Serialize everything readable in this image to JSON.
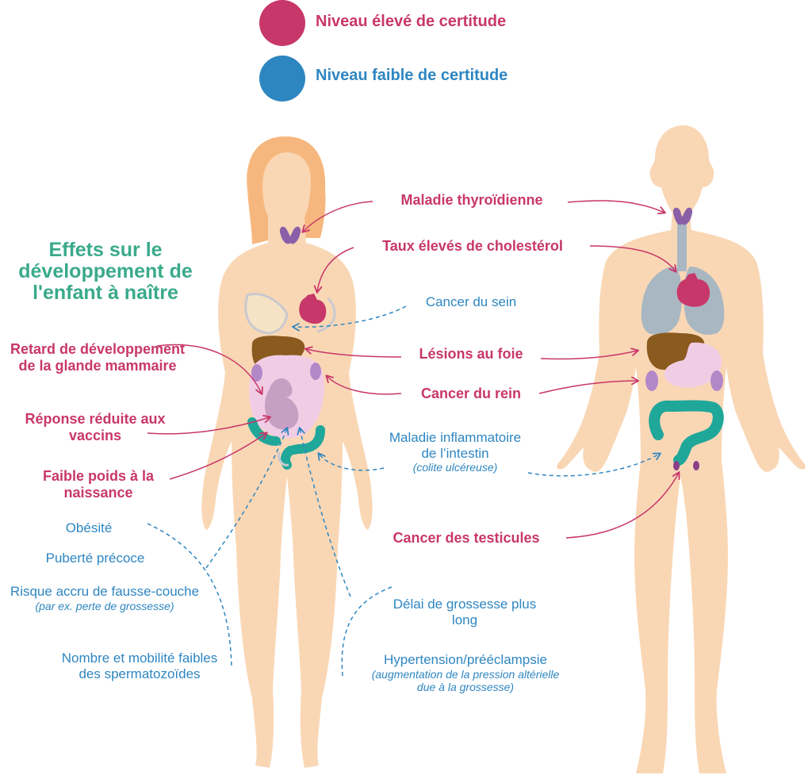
{
  "colors": {
    "high": "#c8376a",
    "low": "#2e86c1",
    "teal": "#3aaa8a",
    "skin": "#f9d7b5",
    "hair": "#f6b77e",
    "thyroid": "#8a5fa8",
    "heart": "#c8376a",
    "liver": "#8a5a1e",
    "kidney": "#b388c9",
    "intestine": "#1fa79a",
    "lungs": "#a8b7c2",
    "stomach": "#f1cde5"
  },
  "legend": {
    "high_label": "Niveau élevé de certitude",
    "low_label": "Niveau faible de certitude"
  },
  "section_title": "Effets sur le développement de l'enfant à naître",
  "labels": {
    "thyroid": "Maladie thyroïdienne",
    "cholesterol": "Taux élevés de cholestérol",
    "breast_cancer": "Cancer du sein",
    "liver": "Lésions au foie",
    "kidney_cancer": "Cancer du rein",
    "ibd_main": "Maladie inflammatoire de l’intestin",
    "ibd_note": "(colite ulcéreuse)",
    "testicular_cancer": "Cancer des testicules",
    "mammary": "Retard de développement de la glande mammaire",
    "vaccines": "Réponse réduite aux vaccins",
    "birth_weight": "Faible poids à la naissance",
    "obesity": "Obésité",
    "puberty": "Puberté précoce",
    "miscarriage_main": "Risque accru de fausse-couche",
    "miscarriage_note": "(par ex. perte de grossesse)",
    "sperm": "Nombre et mobilité faibles des spermatozoïdes",
    "pregnancy_delay": "Délai de grossesse plus long",
    "hypertension_main": "Hypertension/prééclampsie",
    "hypertension_note": "(augmentation de la pression altérielle due à la grossesse)"
  }
}
